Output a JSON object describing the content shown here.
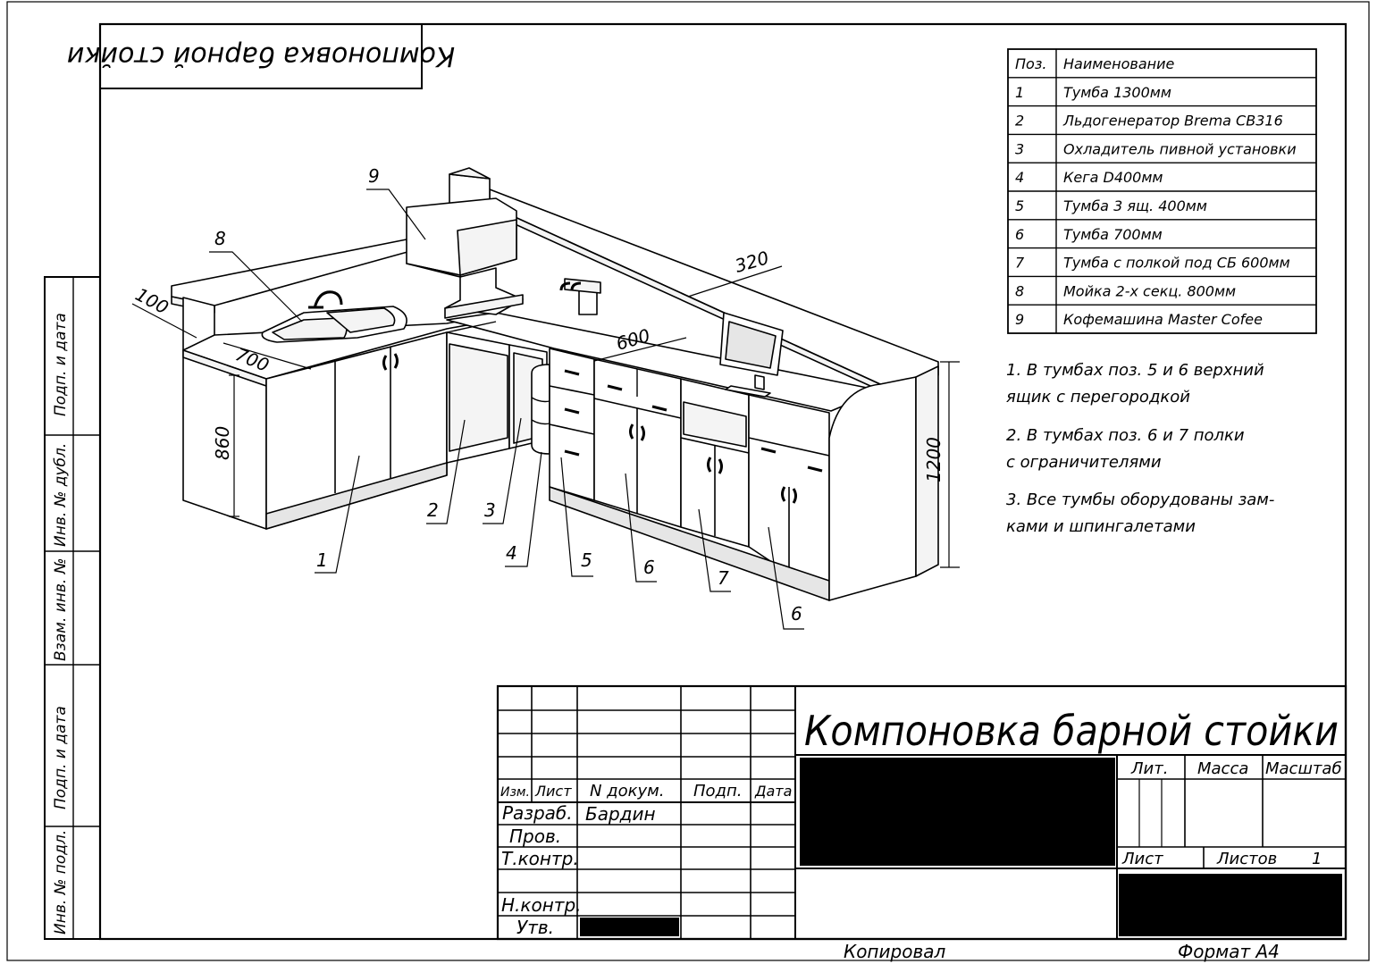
{
  "stamp_mirrored": "Компоновка барной стойки",
  "parts_table": {
    "headers": [
      "Поз.",
      "Наименование"
    ],
    "rows": [
      [
        "1",
        "Тумба 1300мм"
      ],
      [
        "2",
        "Льдогенератор Brema CB316"
      ],
      [
        "3",
        "Охладитель пивной установки"
      ],
      [
        "4",
        "Кега D400мм"
      ],
      [
        "5",
        "Тумба 3 ящ. 400мм"
      ],
      [
        "6",
        "Тумба 700мм"
      ],
      [
        "7",
        "Тумба с полкой под СБ 600мм"
      ],
      [
        "8",
        "Мойка 2-х секц. 800мм"
      ],
      [
        "9",
        "Кофемашина Master Cofee"
      ]
    ]
  },
  "notes": {
    "n1a": "1. В тумбах поз. 5 и 6 верхний",
    "n1b": "ящик с перегородкой",
    "n2a": "2. В тумбах поз. 6 и 7 полки",
    "n2b": "с ограничителями",
    "n3a": "3. Все тумбы оборудованы зам-",
    "n3b": "ками и шпингалетами"
  },
  "dimensions": {
    "d100": "100",
    "d700": "700",
    "d860": "860",
    "d600": "600",
    "d320": "320",
    "d1200": "1200"
  },
  "callouts": {
    "c1": "1",
    "c2": "2",
    "c3": "3",
    "c4": "4",
    "c5": "5",
    "c6a": "6",
    "c7": "7",
    "c6b": "6",
    "c8": "8",
    "c9": "9"
  },
  "side_strip": {
    "s1": "Подп. и дата",
    "s2": "Инв. № дубл.",
    "s3": "Взам. инв. №",
    "s4": "Подп. и дата",
    "s5": "Инв. № подл."
  },
  "title_block": {
    "title": "Компоновка барной стойки",
    "col_izm": "Изм.",
    "col_list": "Лист",
    "col_doc": "N докум.",
    "col_podp": "Подп.",
    "col_data": "Дата",
    "razrab": "Разраб.",
    "razrab_name": "Бардин",
    "prov": "Пров.",
    "tkontr": "Т.контр.",
    "nkontr": "Н.контр.",
    "utv": "Утв.",
    "lit": "Лит.",
    "massa": "Масса",
    "masshtab": "Масштаб",
    "list": "Лист",
    "listov": "Листов",
    "listov_val": "1",
    "kopiroval": "Копировал",
    "format": "Формат А4"
  }
}
